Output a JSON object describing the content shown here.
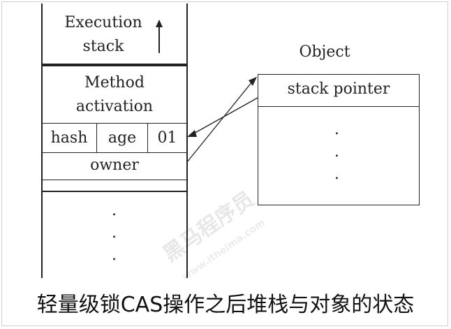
{
  "stack": {
    "execution_line1": "Execution",
    "execution_line2": "stack",
    "method_line1": "Method",
    "method_line2": "activation",
    "hash": "hash",
    "age": "age",
    "lock_bits": "01",
    "owner": "owner",
    "dots": [
      ".",
      ".",
      "."
    ]
  },
  "object": {
    "title": "Object",
    "stack_pointer": "stack pointer",
    "dots": [
      ".",
      ".",
      "."
    ]
  },
  "caption": "轻量级锁CAS操作之后堆栈与对象的状态",
  "watermark": {
    "brand": "黑马程序员",
    "site": "www.itheima.com"
  }
}
